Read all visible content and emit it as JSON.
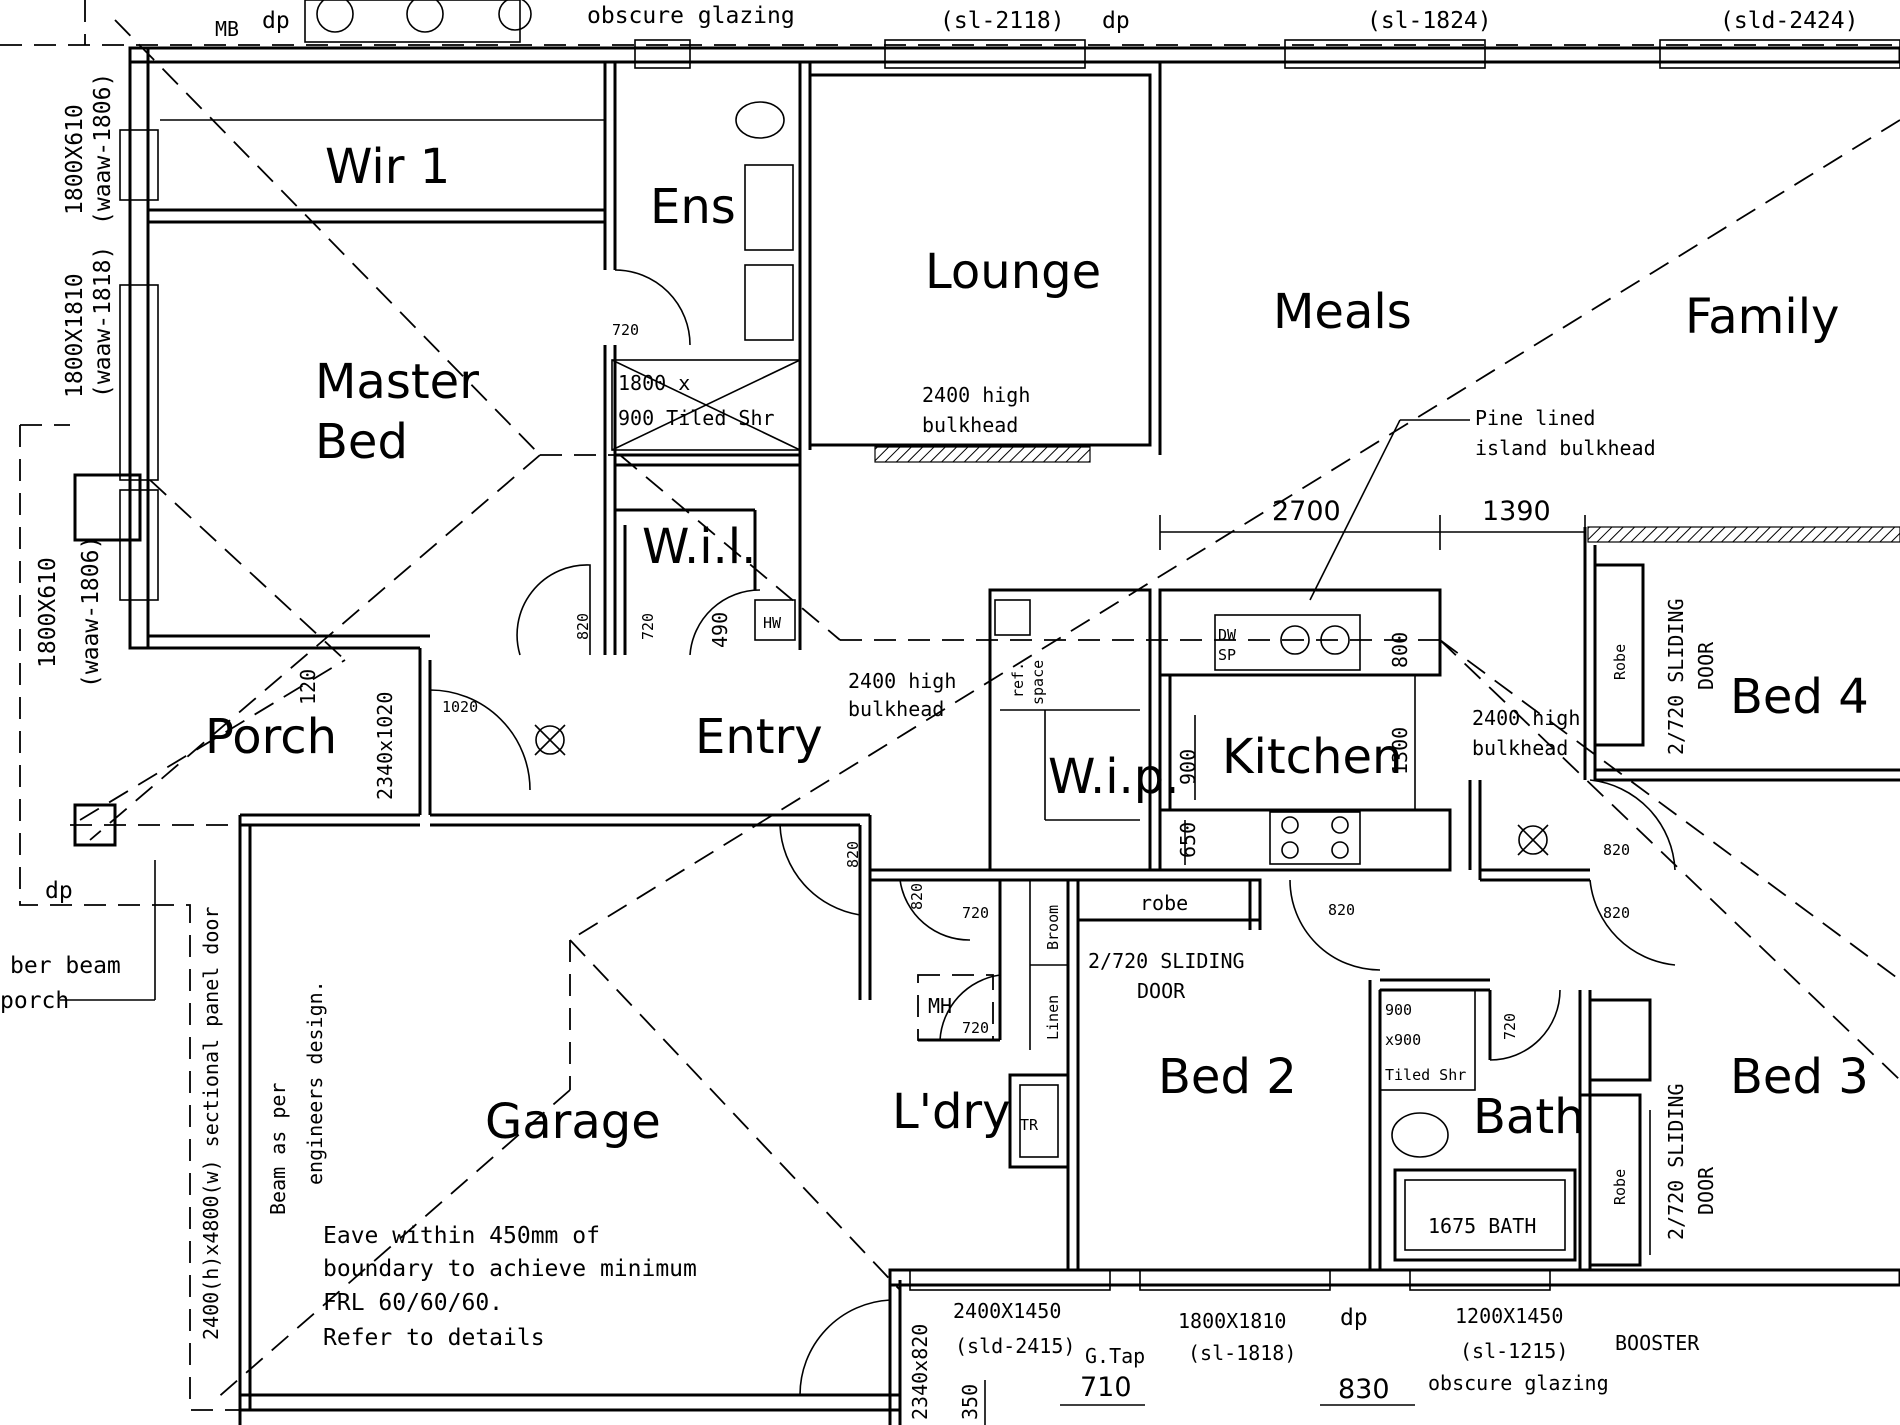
{
  "plan": {
    "rooms": {
      "wir1": "Wir 1",
      "ens": "Ens",
      "lounge": "Lounge",
      "meals": "Meals",
      "family": "Family",
      "master_bed_1": "Master",
      "master_bed_2": "Bed",
      "wil": "W.i.l.",
      "porch": "Porch",
      "entry": "Entry",
      "wip": "W.i.p.",
      "kitchen": "Kitchen",
      "bed4": "Bed 4",
      "bed2": "Bed 2",
      "bed3": "Bed 3",
      "bath": "Bath",
      "laundry": "L'dry",
      "garage": "Garage"
    },
    "notes": {
      "mb": "MB",
      "dp_top_left": "dp",
      "dp_top_mid": "dp",
      "dp_bottom": "dp",
      "dp_left": "dp",
      "obscure_glazing_top": "obscure glazing",
      "win_sl2118": "(sl-2118)",
      "win_sl1824": "(sl-1824)",
      "win_sld2424": "(sld-2424)",
      "win_left1_a": "1800X610",
      "win_left1_b": "(waaw-1806)",
      "win_left2_a": "1800X1810",
      "win_left2_b": "(waaw-1818)",
      "win_left3_a": "1800X610",
      "win_left3_b": "(waaw-1806)",
      "lounge_bulkhead_1": "2400 high",
      "lounge_bulkhead_2": "bulkhead",
      "pine_1": "Pine lined",
      "pine_2": "island bulkhead",
      "shower_ens_1": "1800 x",
      "shower_ens_2": "900 Tiled Shr",
      "door_720_ens": "720",
      "door_820_a": "820",
      "door_720_wil": "720",
      "dim_490": "490",
      "entry_bulkhead_1": "2400 high",
      "entry_bulkhead_2": "bulkhead",
      "door_1020": "1020",
      "door_2340x1020": "2340x1020",
      "dim_120": "120",
      "timber_beam_1": "ber beam",
      "timber_beam_2": "porch",
      "ref_space_1": "ref.",
      "ref_space_2": "space",
      "hw": "HW",
      "dw_1": "DW",
      "dw_2": "SP",
      "dim_800": "800",
      "dim_900": "900",
      "dim_1300": "1300",
      "dim_650": "650",
      "hall_bulkhead_1": "2400 high",
      "hall_bulkhead_2": "bulkhead",
      "robe_bed4": "Robe",
      "sliding_bed4_1": "2/720 SLIDING",
      "sliding_bed4_2": "DOOR",
      "door_820_bed4": "820",
      "door_820_bed3": "820",
      "door_820_bed2": "820",
      "door_820_garage": "820",
      "door_820_ldry": "820",
      "door_720_ldry": "720",
      "mh": "MH",
      "door_720_mh": "720",
      "broom": "Broom",
      "linen": "Linen",
      "robe_bed2": "robe",
      "sliding_bed2_1": "2/720 SLIDING",
      "sliding_bed2_2": "DOOR",
      "shower_bath_1": "900",
      "shower_bath_2": "x900",
      "shower_bath_3": "Tiled Shr",
      "door_720_bath": "720",
      "bath_tub": "1675 BATH",
      "robe_bed3": "Robe",
      "sliding_bed3_1": "2/720 SLIDING",
      "sliding_bed3_2": "DOOR",
      "tr": "TR",
      "garage_door_1": "2400(h)x4800(w) sectional panel door",
      "beam_1": "Beam as per",
      "beam_2": "engineers design.",
      "eave_1": "Eave within 450mm of",
      "eave_2": "boundary to achieve minimum",
      "eave_3": "FRL 60/60/60.",
      "eave_4": "Refer to details",
      "win_2400x1450_a": "2400X1450",
      "win_2400x1450_b": "(sld-2415)",
      "gtap": "G.Tap",
      "win_1800x1810_a": "1800X1810",
      "win_1800x1810_b": "(sl-1818)",
      "win_1200x1450_a": "1200X1450",
      "win_1200x1450_b": "(sl-1215)",
      "obscure_glazing_bottom": "obscure glazing",
      "booster": "BOOSTER",
      "door_2340x820": "2340x820",
      "dim_350": "350"
    },
    "dimensions": {
      "d2700": "2700",
      "d1390": "1390",
      "d710": "710",
      "d830": "830"
    }
  }
}
